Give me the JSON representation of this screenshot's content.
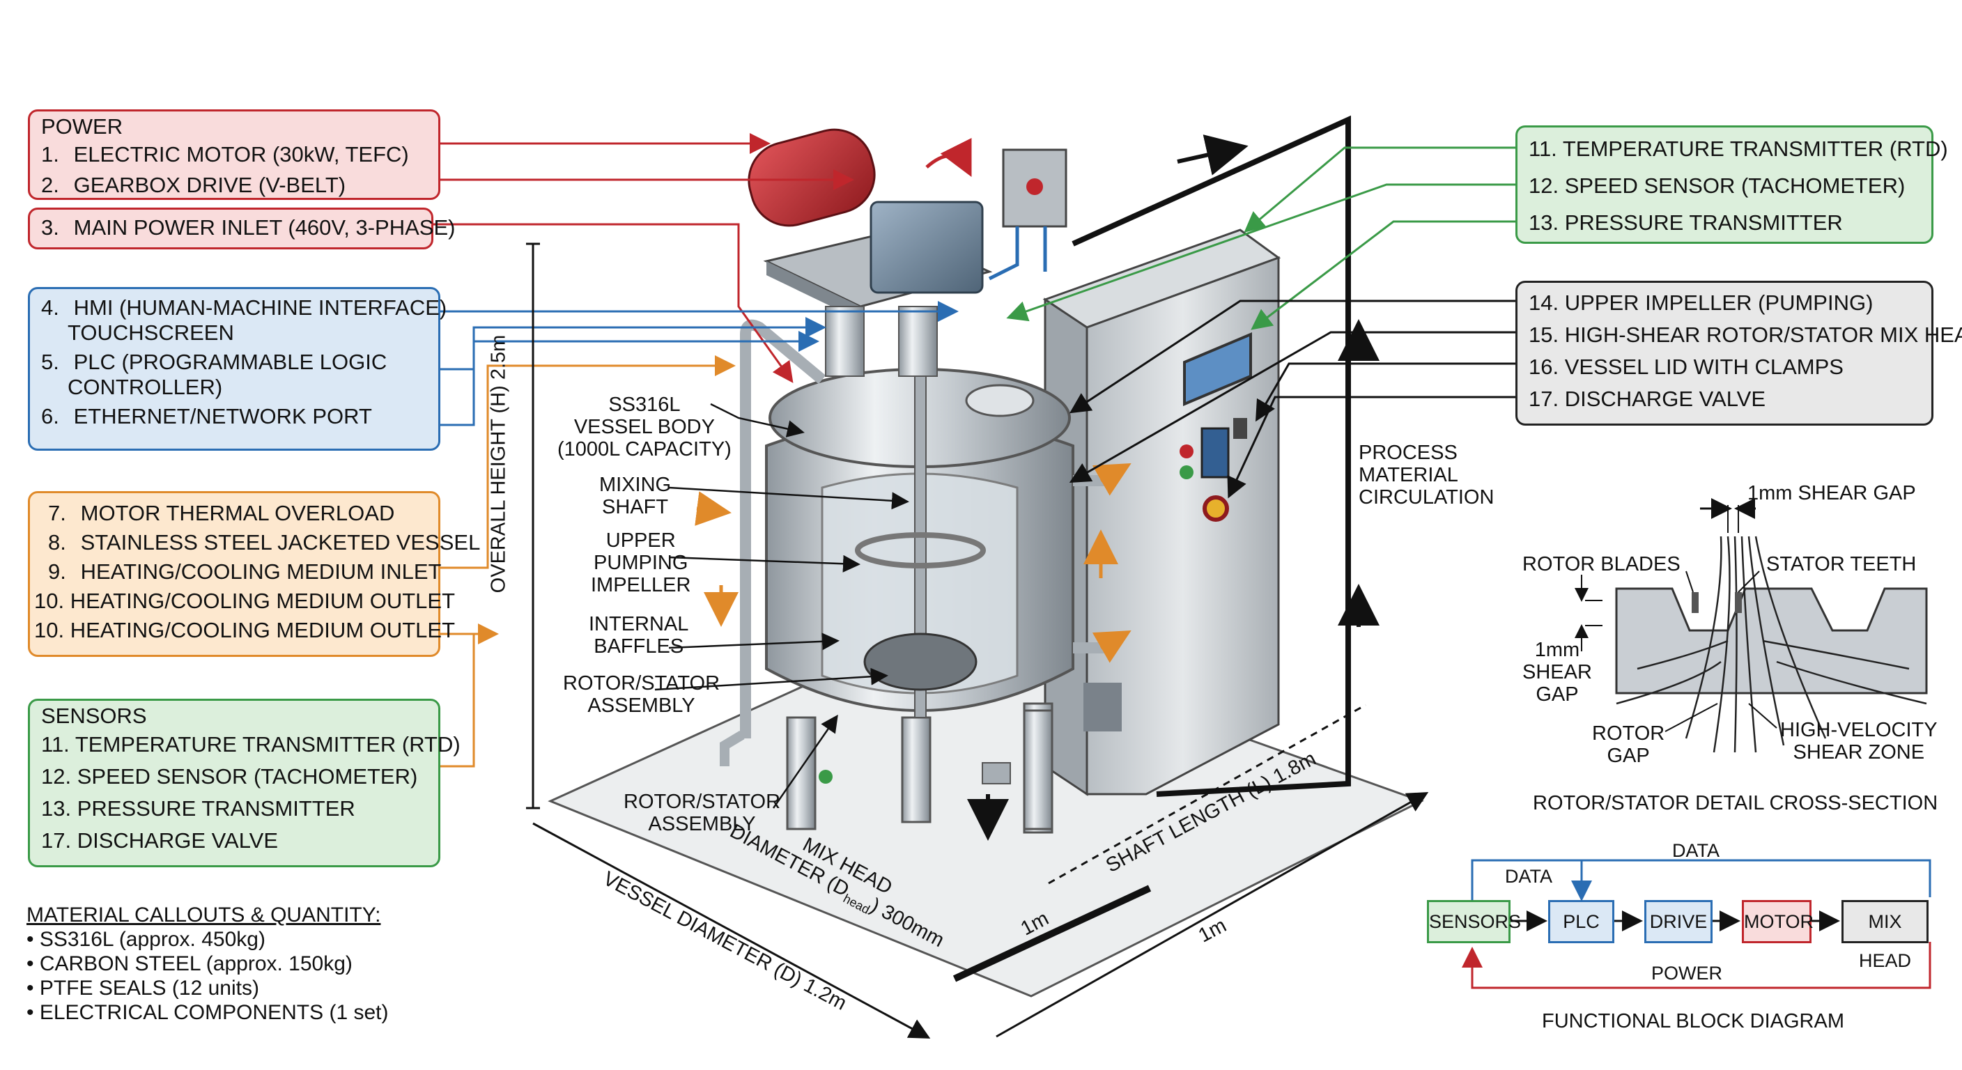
{
  "power_box": {
    "header": "POWER",
    "items": [
      {
        "num": "1.",
        "text": "ELECTRIC MOTOR (30kW, TEFC)"
      },
      {
        "num": "2.",
        "text": "GEARBOX DRIVE (V-BELT)"
      }
    ]
  },
  "power_inlet_box": {
    "num": "3.",
    "text": "MAIN POWER INLET (460V, 3-PHASE)"
  },
  "control_box": {
    "items": [
      {
        "num": "4.",
        "text": "HMI (HUMAN-MACHINE INTERFACE)",
        "cont": "TOUCHSCREEN"
      },
      {
        "num": "5.",
        "text": "PLC (PROGRAMMABLE LOGIC",
        "cont": "CONTROLLER)"
      },
      {
        "num": "6.",
        "text": "ETHERNET/NETWORK PORT"
      }
    ]
  },
  "thermal_box": {
    "items": [
      {
        "num": "7.",
        "text": "MOTOR THERMAL OVERLOAD"
      },
      {
        "num": "8.",
        "text": "STAINLESS STEEL JACKETED VESSEL"
      },
      {
        "num": "9.",
        "text": "HEATING/COOLING MEDIUM INLET"
      },
      {
        "num": "10.",
        "text": "HEATING/COOLING MEDIUM OUTLET"
      },
      {
        "num": "10.",
        "text": "HEATING/COOLING MEDIUM OUTLET"
      }
    ]
  },
  "sensors_box": {
    "header": "SENSORS",
    "items": [
      {
        "num": "11.",
        "text": "TEMPERATURE TRANSMITTER (RTD)"
      },
      {
        "num": "12.",
        "text": "SPEED SENSOR (TACHOMETER)"
      },
      {
        "num": "13.",
        "text": "PRESSURE TRANSMITTER"
      },
      {
        "num": "17.",
        "text": "DISCHARGE VALVE"
      }
    ]
  },
  "right_sensors_box": {
    "items": [
      {
        "num": "11.",
        "text": "TEMPERATURE TRANSMITTER (RTD)"
      },
      {
        "num": "12.",
        "text": "SPEED SENSOR (TACHOMETER)"
      },
      {
        "num": "13.",
        "text": "PRESSURE TRANSMITTER"
      }
    ]
  },
  "right_mech_box": {
    "items": [
      {
        "num": "14.",
        "text": "UPPER IMPELLER (PUMPING)"
      },
      {
        "num": "15.",
        "text": "HIGH-SHEAR ROTOR/STATOR MIX HEAD"
      },
      {
        "num": "16.",
        "text": "VESSEL LID WITH CLAMPS"
      },
      {
        "num": "17.",
        "text": "DISCHARGE VALVE"
      }
    ]
  },
  "materials": {
    "title": "MATERIAL CALLOUTS & QUANTITY:",
    "items": [
      "• SS316L (approx. 450kg)",
      "• CARBON STEEL (approx. 150kg)",
      "• PTFE SEALS (12 units)",
      "• ELECTRICAL COMPONENTS (1 set)"
    ]
  },
  "vessel_labels": {
    "body_line1": "SS316L",
    "body_line2": "VESSEL BODY",
    "body_line3": "(1000L CAPACITY)",
    "shaft_line1": "MIXING",
    "shaft_line2": "SHAFT",
    "impeller_line1": "UPPER",
    "impeller_line2": "PUMPING",
    "impeller_line3": "IMPELLER",
    "baffles_line1": "INTERNAL",
    "baffles_line2": "BAFFLES",
    "rs_line1": "ROTOR/STATOR",
    "rs_line2": "ASSEMBLY",
    "rs2_line1": "ROTOR/STATOR",
    "rs2_line2": "ASSEMBLY",
    "process_line1": "PROCESS",
    "process_line2": "MATERIAL",
    "process_line3": "CIRCULATION"
  },
  "dimensions": {
    "height": "OVERALL HEIGHT (H) 2.5m",
    "vessel_diameter": "VESSEL DIAMETER (D) 1.2m",
    "mix_head_line1": "MIX HEAD",
    "mix_head_line2_pre": "DIAMETER (D",
    "mix_head_sub": "head",
    "mix_head_line2_post": ") 300mm",
    "shaft_length": "SHAFT LENGTH (L) 1.8m",
    "scale_1m_a": "1m",
    "scale_1m_b": "1m"
  },
  "detail": {
    "shear_gap_top": "1mm SHEAR GAP",
    "rotor_blades": "ROTOR BLADES",
    "stator_teeth": "STATOR TEETH",
    "gap_left_1": "1mm",
    "gap_left_2": "SHEAR",
    "gap_left_3": "GAP",
    "rotor_gap_1": "ROTOR",
    "rotor_gap_2": "GAP",
    "hv_1": "HIGH-VELOCITY",
    "hv_2": "SHEAR ZONE",
    "caption": "ROTOR/STATOR DETAIL CROSS-SECTION"
  },
  "block_diagram": {
    "blocks": [
      "SENSORS",
      "PLC",
      "DRIVE",
      "MOTOR",
      "MIX HEAD"
    ],
    "data_label_1": "DATA",
    "data_label_2": "DATA",
    "power_label": "POWER",
    "caption": "FUNCTIONAL BLOCK DIAGRAM"
  },
  "colors": {
    "red": "#c0262c",
    "blue": "#2a6db3",
    "orange": "#e08a2a",
    "green": "#3a9a47",
    "steel": "#c9ced3"
  }
}
